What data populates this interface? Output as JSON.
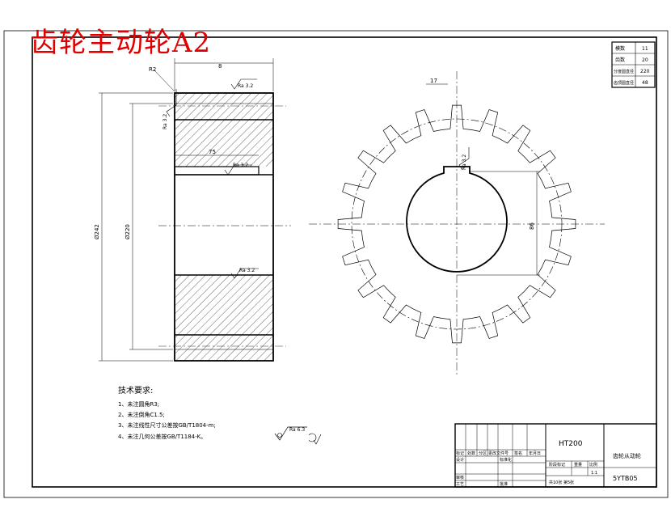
{
  "title": "齿轮主动轮A2",
  "dims": {
    "left_top": "8",
    "left_chamfer": "R2",
    "outer_dia": "Ø242",
    "inner_dia": "Ø220",
    "hub_len": "75",
    "bore": "86",
    "tooth_w": "17"
  },
  "roughness": {
    "r1": "Ra 3.2",
    "r2": "Ra 3.2",
    "r3": "Ra 3.2",
    "r4": "Ra 3.2",
    "r5": "Ra 3.2",
    "general": "Ra 6.3"
  },
  "notes": {
    "heading": "技术要求:",
    "items": [
      "1、未注圆角R3;",
      "2、未注倒角C1.5;",
      "3、未注线性尺寸公差按GB/T1804-m;",
      "4、未注几何公差按GB/T1184-K。"
    ]
  },
  "title_block": {
    "material": "HT200",
    "part_name": "齿轮从动轮",
    "drawing_no": "5YTB05",
    "r_标记": "标记",
    "r_处数": "处数",
    "r_分区": "分区",
    "r_更改": "更改文件号",
    "r_签名": "签名",
    "r_日期": "年月日",
    "r_设计": "设计",
    "r_标准化": "标准化",
    "r_阶段": "阶段标记",
    "r_重量": "重量",
    "r_比例": "比例",
    "r_ratio": "1:1",
    "r_审核": "审核",
    "r_工艺": "工艺",
    "r_批准": "批准",
    "r_sheets": "共10张 第5张"
  },
  "params": {
    "rows": [
      {
        "label": "模数",
        "value": "11"
      },
      {
        "label": "齿数",
        "value": "20"
      },
      {
        "label": "分度圆直径",
        "value": "220"
      },
      {
        "label": "齿顶圆直径",
        "value": "48"
      }
    ]
  }
}
